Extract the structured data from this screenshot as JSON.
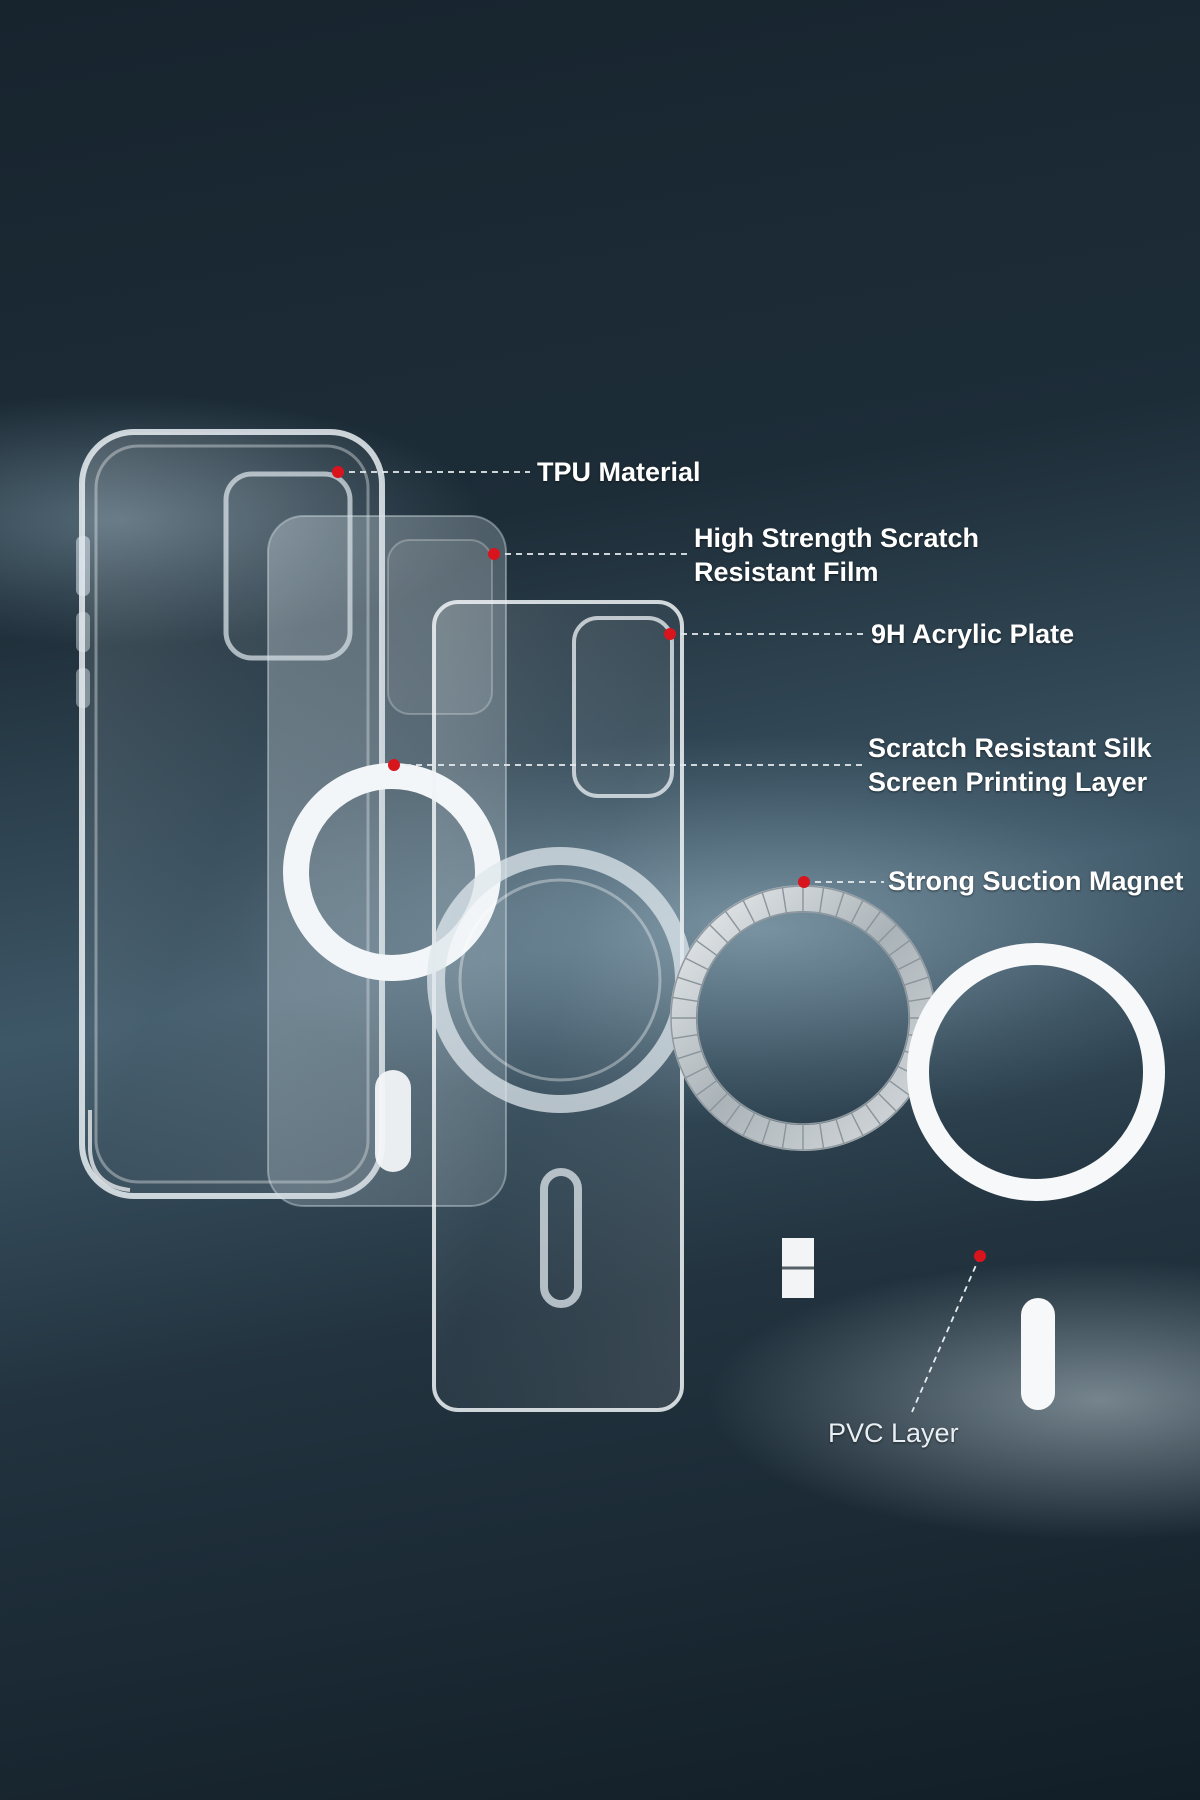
{
  "callouts": {
    "tpu": "TPU Material",
    "film_line1": "High Strength Scratch",
    "film_line2": "Resistant Film",
    "acrylic": "9H Acrylic Plate",
    "silk_line1": "Scratch Resistant Silk",
    "silk_line2": "Screen Printing Layer",
    "magnet": "Strong Suction Magnet",
    "pvc": "PVC Layer"
  },
  "colors": {
    "marker_dot": "#d8141c",
    "leader_line": "#e6ecef",
    "label_text": "#ffffff"
  }
}
